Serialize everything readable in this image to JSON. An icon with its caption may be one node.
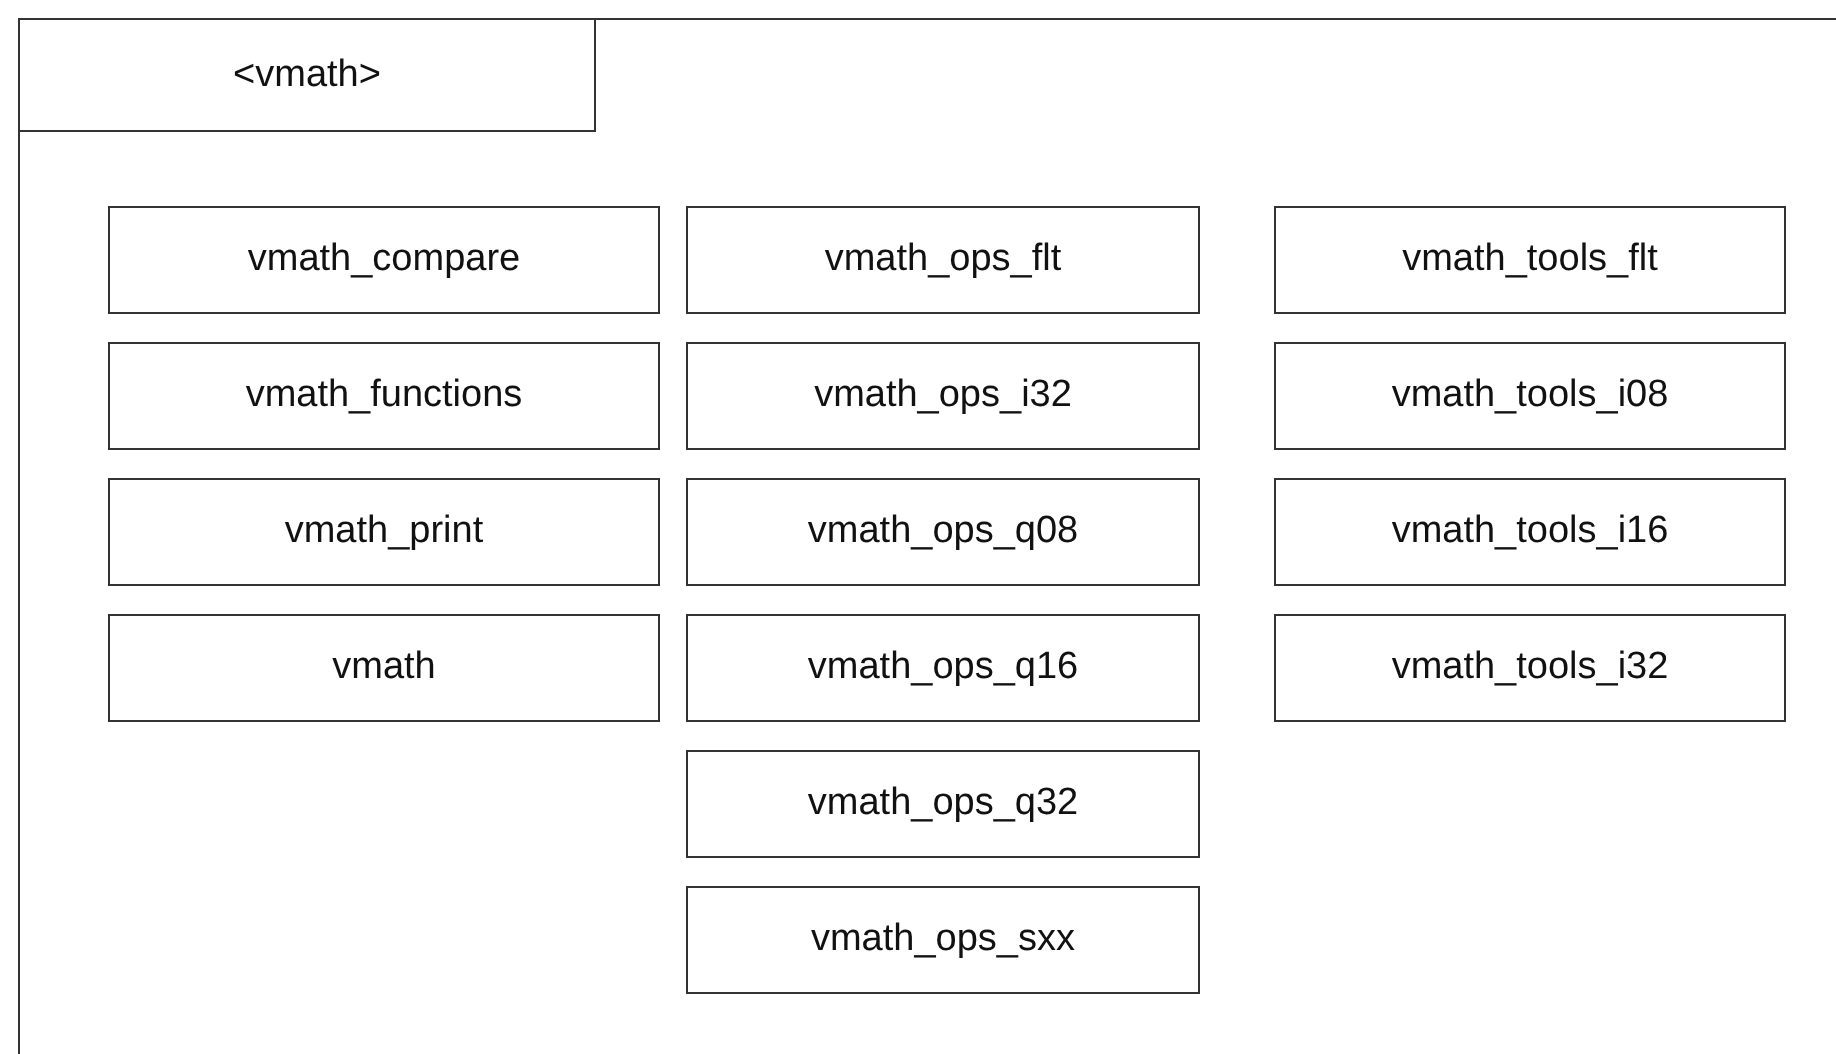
{
  "diagram": {
    "nodes": [
      {
        "text": [
          "<vmath>"
        ]
      },
      {
        "text": [
          "vmath_compare"
        ],
        "in": 0
      },
      {
        "text": [
          "vmath_ops_flt"
        ],
        "in": 0
      },
      {
        "text": [
          "vmath_tools_flt"
        ],
        "in": 0
      },
      {
        "text": [
          "vmath_functions"
        ],
        "in": 0
      },
      {
        "text": [
          "vmath_ops_i32"
        ],
        "in": 0
      },
      {
        "text": [
          "vmath_tools_i08"
        ],
        "in": 0
      },
      {
        "text": [
          "vmath_print"
        ],
        "in": 0
      },
      {
        "text": [
          "vmath_ops_q08"
        ],
        "in": 0
      },
      {
        "text": [
          "vmath_tools_i16"
        ],
        "in": 0
      },
      {
        "text": [
          "vmath"
        ],
        "in": 0
      },
      {
        "text": [
          "vmath_ops_q16"
        ],
        "in": 0
      },
      {
        "text": [
          "vmath_tools_i32"
        ],
        "in": 0
      },
      {
        "text": [
          "vmath_ops_q32"
        ],
        "in": 0
      },
      {
        "text": [
          "vmath_ops_sxx"
        ],
        "in": 0
      }
    ]
  }
}
